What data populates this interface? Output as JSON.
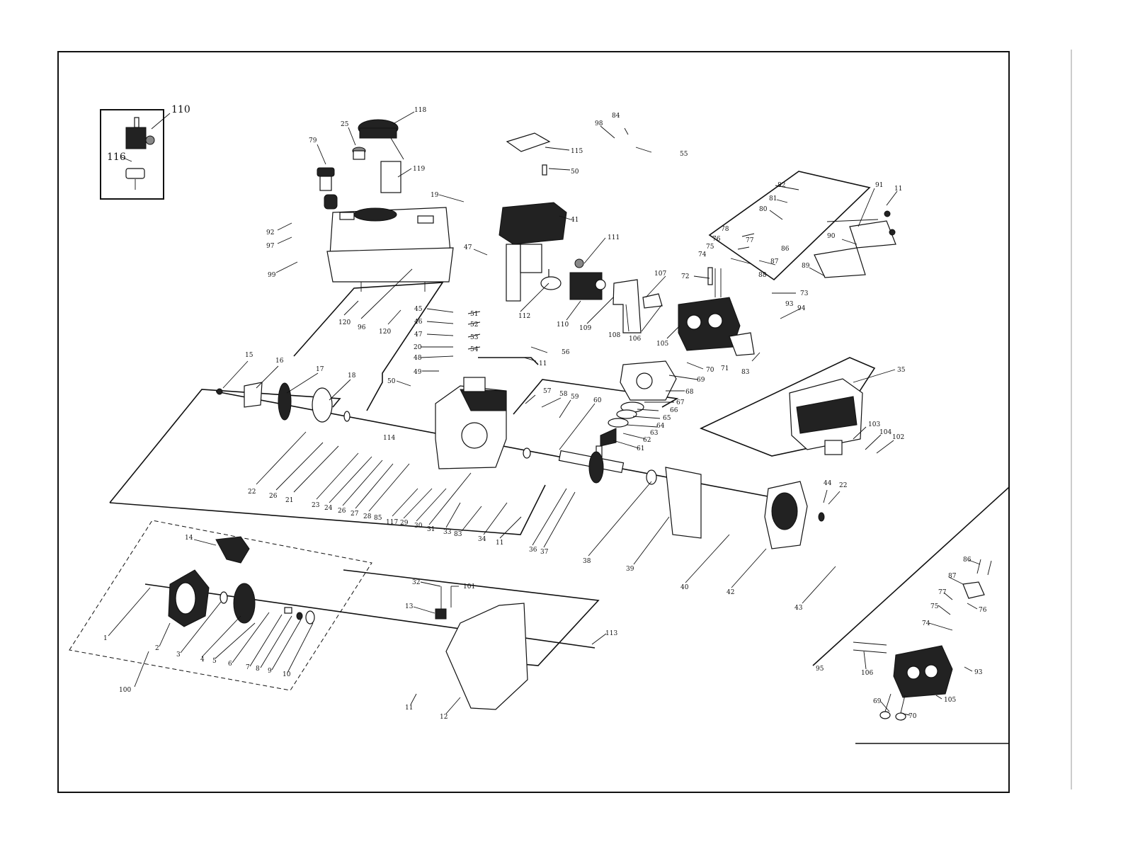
{
  "callouts": {
    "c110": "110",
    "c116": "116",
    "c118": "118",
    "c25": "25",
    "c79": "79",
    "c119": "119",
    "c92": "92",
    "c97": "97",
    "c99": "99",
    "c120a": "120",
    "c96": "96",
    "c120b": "120",
    "c98": "98",
    "c84": "84",
    "c55": "55",
    "c115": "115",
    "c50a": "50",
    "c19": "19",
    "c41": "41",
    "c47a": "47",
    "c111": "111",
    "c112": "112",
    "c110b": "110",
    "c109": "109",
    "c108": "108",
    "c107": "107",
    "c106": "106",
    "c82": "82",
    "c81": "81",
    "c80": "80",
    "c91": "91",
    "c11a": "11",
    "c90": "90",
    "c89": "89",
    "c78": "78",
    "c76": "76",
    "c77": "77",
    "c75": "75",
    "c74": "74",
    "c86": "86",
    "c87": "87",
    "c88": "88",
    "c72": "72",
    "c73": "73",
    "c93": "93",
    "c94": "94",
    "c105": "105",
    "c70": "70",
    "c71": "71",
    "c83a": "83",
    "c69": "69",
    "c68": "68",
    "c67": "67",
    "c66": "66",
    "c65": "65",
    "c64": "64",
    "c63": "63",
    "c62": "62",
    "c61": "61",
    "c60": "60",
    "c35": "35",
    "c103": "103",
    "c104": "104",
    "c102": "102",
    "c45": "45",
    "c46": "46",
    "c47b": "47",
    "c20": "20",
    "c48": "48",
    "c49": "49",
    "c51": "51",
    "c52": "52",
    "c53": "53",
    "c54": "54",
    "c56": "56",
    "c11b": "11",
    "c50b": "50",
    "c57": "57",
    "c58": "58",
    "c59": "59",
    "c15": "15",
    "c16": "16",
    "c17": "17",
    "c18": "18",
    "c22a": "22",
    "c26a": "26",
    "c21": "21",
    "c23": "23",
    "c24": "24",
    "c26b": "26",
    "c27": "27",
    "c28": "28",
    "c85": "85",
    "c114": "114",
    "c117": "117",
    "c29": "29",
    "c30": "30",
    "c31": "31",
    "c33": "33",
    "c83b": "83",
    "c34": "34",
    "c11c": "11",
    "c36": "36",
    "c37": "37",
    "c38": "38",
    "c39": "39",
    "c40": "40",
    "c42": "42",
    "c43": "43",
    "c44": "44",
    "c22b": "22",
    "c14": "14",
    "c1": "1",
    "c2": "2",
    "c3": "3",
    "c4": "4",
    "c5": "5",
    "c6": "6",
    "c7": "7",
    "c8": "8",
    "c9": "9",
    "c10": "10",
    "c100": "100",
    "c32": "32",
    "c101": "101",
    "c13": "13",
    "c113": "113",
    "c11d": "11",
    "c12": "12",
    "c86b": "86",
    "c87b": "87",
    "c77b": "77",
    "c76b": "76",
    "c75b": "75",
    "c74b": "74",
    "c95": "95",
    "c106b": "106",
    "c93b": "93",
    "c105b": "105",
    "c69b": "69",
    "c70b": "70"
  }
}
